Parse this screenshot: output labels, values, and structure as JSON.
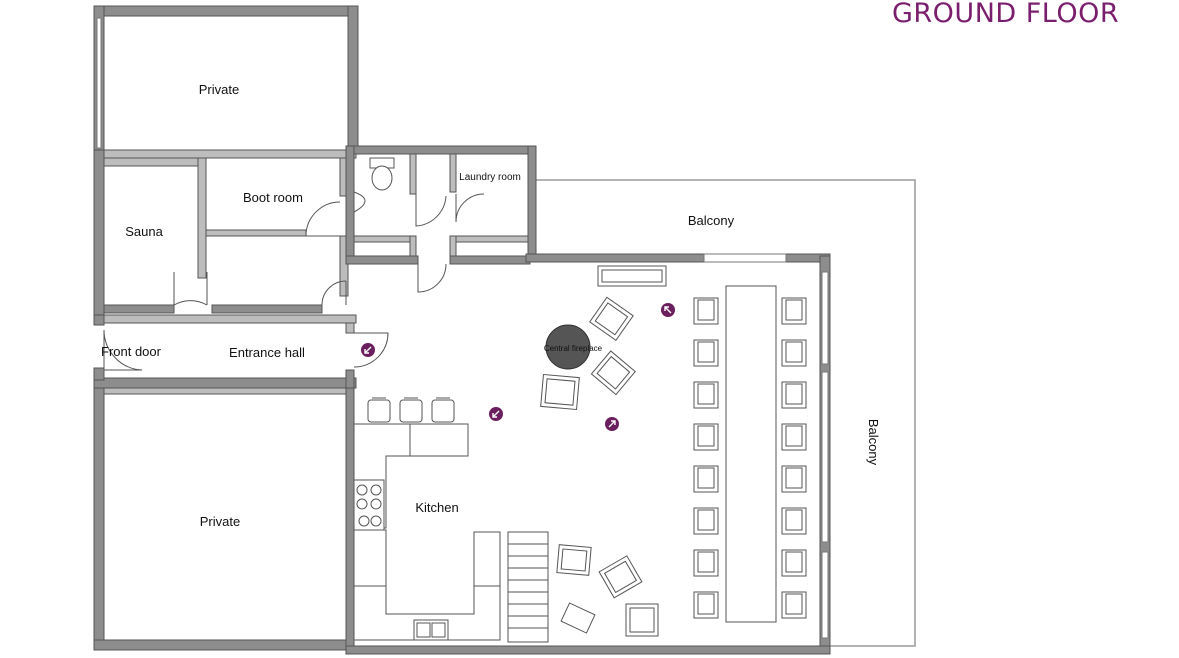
{
  "title": "GROUND FLOOR",
  "rooms": {
    "private_top": "Private",
    "boot_room": "Boot room",
    "sauna": "Sauna",
    "laundry_room": "Laundry room",
    "balcony_top": "Balcony",
    "front_door": "Front door",
    "entrance_hall": "Entrance hall",
    "central_fireplace": "Central fireplace",
    "private_bottom": "Private",
    "kitchen": "Kitchen",
    "balcony_right": "Balcony"
  },
  "colors": {
    "wall": "#8d8d8d",
    "wall_dark": "#555555",
    "title": "#7a1e6e",
    "marker": "#6b1f5e"
  },
  "icons": {
    "camera_marker": "camera-viewpoint-icon"
  }
}
